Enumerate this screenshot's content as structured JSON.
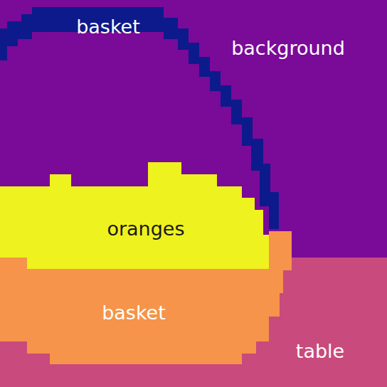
{
  "diagram": {
    "labels": [
      "basket",
      "background",
      "oranges",
      "basket",
      "table"
    ]
  }
}
